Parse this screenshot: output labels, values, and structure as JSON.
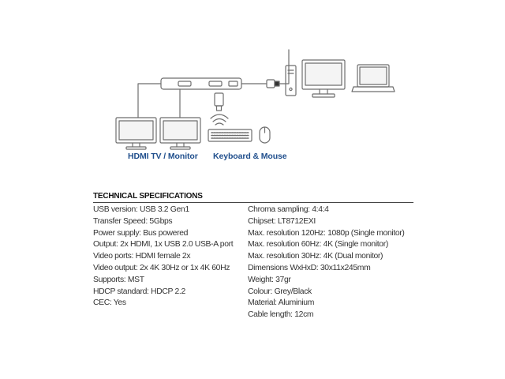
{
  "diagram": {
    "captions": {
      "hdmi_tv_monitor": "HDMI TV / Monitor",
      "keyboard_mouse": "Keyboard & Mouse"
    },
    "colors": {
      "caption": "#1f4e8c",
      "line_art": "#6e6e6e"
    }
  },
  "specs": {
    "title": "TECHNICAL SPECIFICATIONS",
    "left": [
      "USB version: USB 3.2 Gen1",
      "Transfer Speed: 5Gbps",
      "Power supply: Bus powered",
      "Output: 2x HDMI, 1x USB 2.0 USB-A port",
      "Video ports: HDMI female 2x",
      "Video output: 2x 4K 30Hz or 1x 4K 60Hz",
      "Supports: MST",
      "HDCP standard: HDCP 2.2",
      "CEC: Yes"
    ],
    "right": [
      "Chroma sampling: 4:4:4",
      "Chipset: LT8712EXI",
      "Max. resolution 120Hz: 1080p (Single monitor)",
      "Max. resolution 60Hz: 4K (Single monitor)",
      "Max. resolution 30Hz: 4K (Dual monitor)",
      "Dimensions WxHxD: 30x11x245mm",
      "Weight: 37gr",
      "Colour: Grey/Black",
      "Material: Aluminium",
      "Cable length: 12cm"
    ]
  }
}
